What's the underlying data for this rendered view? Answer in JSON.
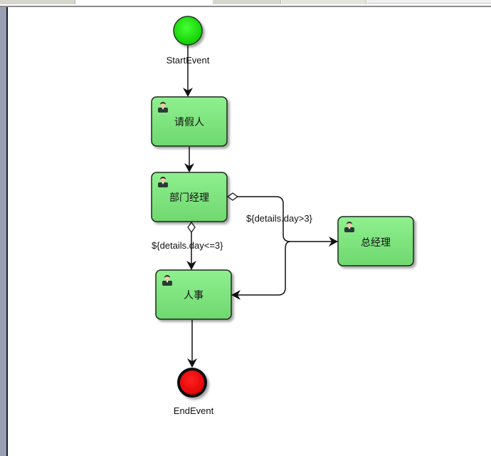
{
  "editor": {
    "tabs": [
      "",
      "",
      "",
      "",
      ""
    ]
  },
  "diagram": {
    "type": "bpmn-process",
    "colors": {
      "start_fill": "#22dd11",
      "end_fill": "#ee1111",
      "task_fill": "#88ee88",
      "stroke": "#111111"
    },
    "nodes": {
      "start": {
        "label": "StartEvent",
        "kind": "start-event"
      },
      "task1": {
        "label": "请假人",
        "kind": "user-task",
        "icon": "user-icon"
      },
      "task2": {
        "label": "部门经理",
        "kind": "user-task",
        "icon": "user-icon"
      },
      "task3": {
        "label": "总经理",
        "kind": "user-task",
        "icon": "user-icon"
      },
      "task4": {
        "label": "人事",
        "kind": "user-task",
        "icon": "user-icon"
      },
      "end": {
        "label": "EndEvent",
        "kind": "end-event"
      }
    },
    "flows": [
      {
        "from": "start",
        "to": "task1",
        "condition": ""
      },
      {
        "from": "task1",
        "to": "task2",
        "condition": ""
      },
      {
        "from": "task2",
        "to": "task3",
        "condition": "${details.day>3}"
      },
      {
        "from": "task2",
        "to": "task4",
        "condition": "${details.day<=3}"
      },
      {
        "from": "task3",
        "to": "task4",
        "condition": ""
      },
      {
        "from": "task4",
        "to": "end",
        "condition": ""
      }
    ]
  }
}
